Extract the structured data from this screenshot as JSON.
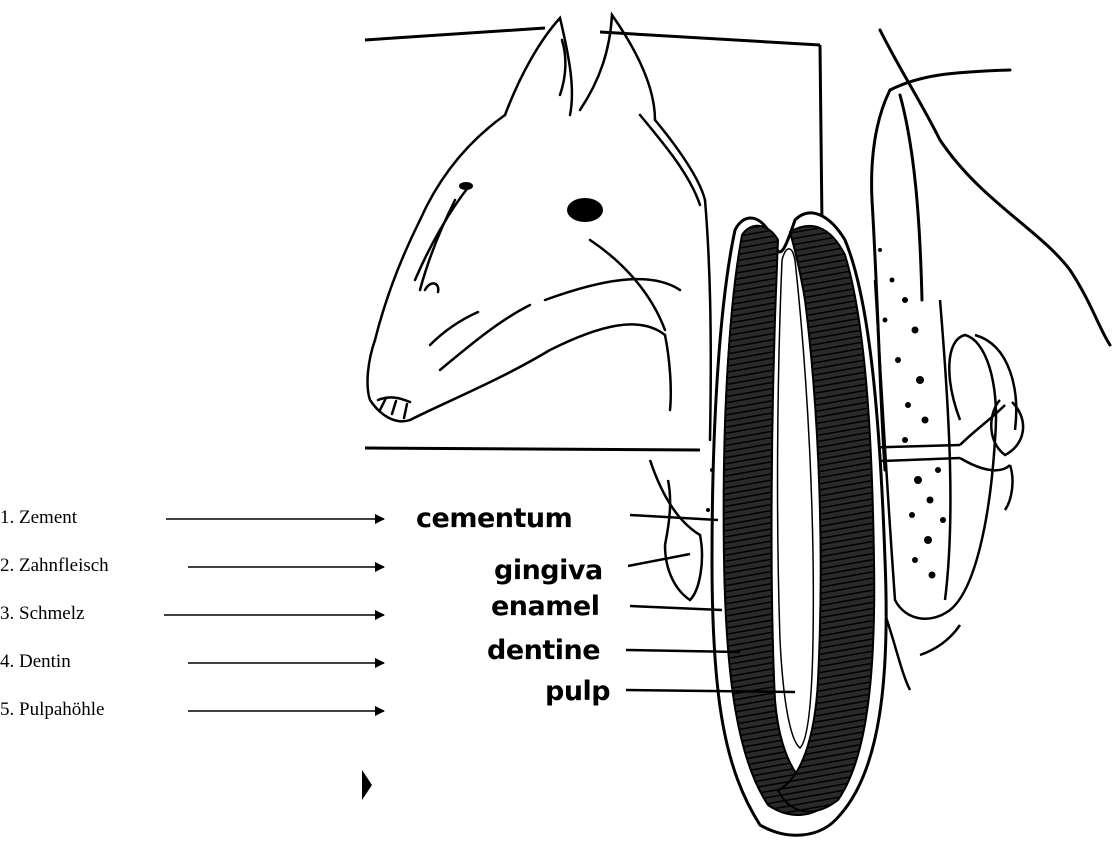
{
  "german_labels": [
    "1. Zement",
    "2. Zahnfleisch",
    "3. Schmelz",
    "4. Dentin",
    "5. Pulpahöhle"
  ],
  "english_labels": [
    "cementum",
    "gingiva",
    "enamel",
    "dentine",
    "pulp"
  ],
  "colors": {
    "ink": "#000000",
    "background": "#ffffff"
  }
}
